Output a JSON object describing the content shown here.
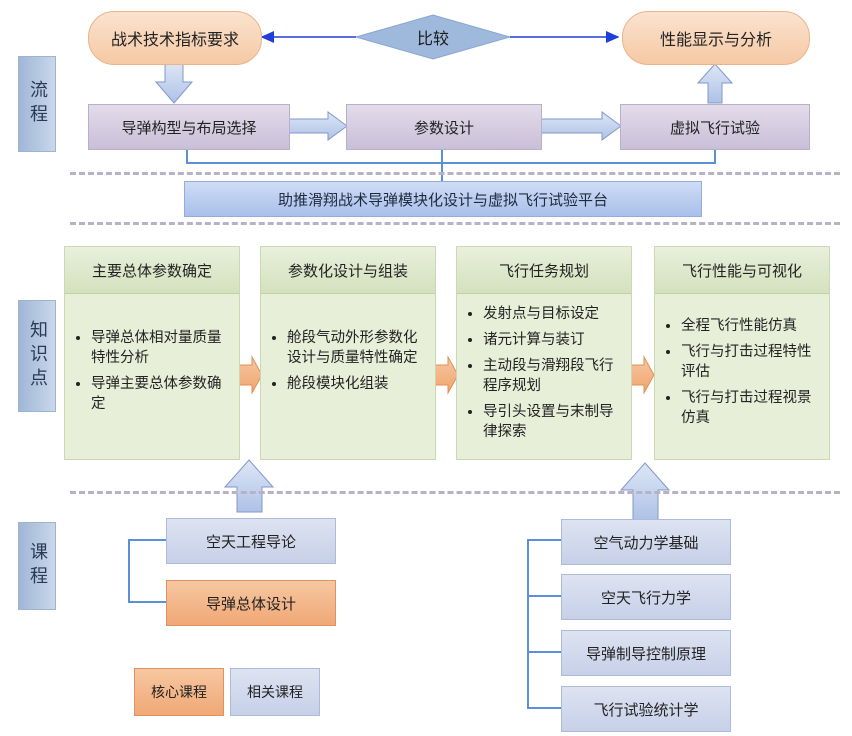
{
  "side_labels": {
    "process": "流程",
    "knowledge": "知识点",
    "courses": "课程"
  },
  "process": {
    "tactical_requirements": "战术技术指标要求",
    "compare": "比较",
    "performance_analysis": "性能显示与分析",
    "configuration_selection": "导弹构型与布局选择",
    "parameter_design": "参数设计",
    "virtual_flight_test": "虚拟飞行试验",
    "platform": "助推滑翔战术导弹模块化设计与虚拟飞行试验平台"
  },
  "knowledge": [
    {
      "title": "主要总体参数确定",
      "items": [
        "导弹总体相对量质量特性分析",
        "导弹主要总体参数确定"
      ]
    },
    {
      "title": "参数化设计与组装",
      "items": [
        "舱段气动外形参数化设计与质量特性确定",
        "舱段模块化组装"
      ]
    },
    {
      "title": "飞行任务规划",
      "items": [
        "发射点与目标设定",
        "诸元计算与装订",
        "主动段与滑翔段飞行程序规划",
        "导引头设置与末制导律探索"
      ]
    },
    {
      "title": "飞行性能与可视化",
      "items": [
        "全程飞行性能仿真",
        "飞行与打击过程特性评估",
        "飞行与打击过程视景仿真"
      ]
    }
  ],
  "courses": {
    "left": [
      "空天工程导论",
      "导弹总体设计"
    ],
    "right": [
      "空气动力学基础",
      "空天飞行力学",
      "导弹制导控制原理",
      "飞行试验统计学"
    ]
  },
  "legend": {
    "core": "核心课程",
    "related": "相关课程"
  },
  "colors": {
    "core": "#f0a876",
    "related": "#c6d0e8",
    "knowledge": "#e8efd9",
    "process_box": "#c9bfd8",
    "platform": "#a9c0ea",
    "arrow_blue": "#1f3fd8"
  }
}
